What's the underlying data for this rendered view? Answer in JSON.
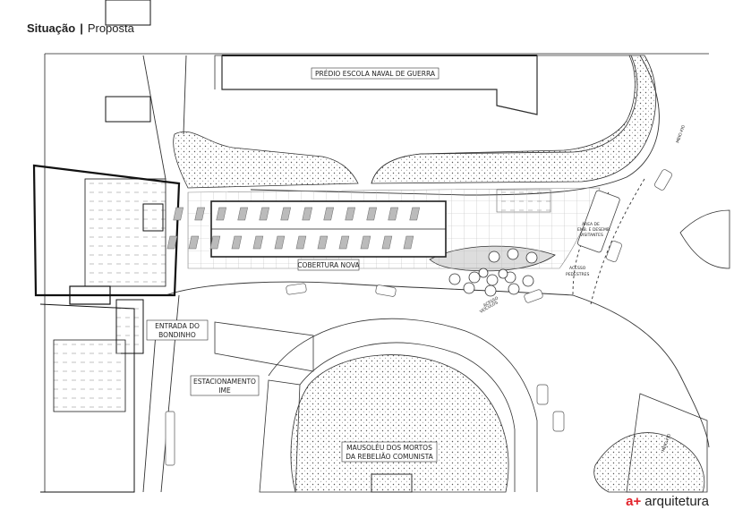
{
  "header": {
    "title_strong": "Situação",
    "separator": "|",
    "title_light": "Proposta"
  },
  "plan": {
    "labels": {
      "escola_naval": "PRÉDIO ESCOLA NAVAL DE GUERRA",
      "cobertura": "COBERTURA NOVA",
      "entrada_line1": "ENTRADA DO",
      "entrada_line2": "BONDINHO",
      "estac_line1": "ESTACIONAMENTO",
      "estac_line2": "IME",
      "mausoleu_line1": "MAUSOLÉU DOS MORTOS",
      "mausoleu_line2": "DA REBELIÃO COMUNISTA",
      "acesso_pedestres_line1": "ACESSO",
      "acesso_pedestres_line2": "PEDESTRES",
      "acesso_veiculos_line1": "ACESSO",
      "acesso_veiculos_line2": "VEÍCULOS",
      "area_line1": "ÁREA DE",
      "area_line2": "EMB. E DESEMB.",
      "area_line3": "VISITANTES",
      "meio_fio_top": "MEIO-FIO",
      "meio_fio_bottom": "MEIO-FIO"
    }
  },
  "footer": {
    "brand_accent": "a+",
    "brand_name": "arquitetura",
    "accent_color": "#e3232b"
  }
}
